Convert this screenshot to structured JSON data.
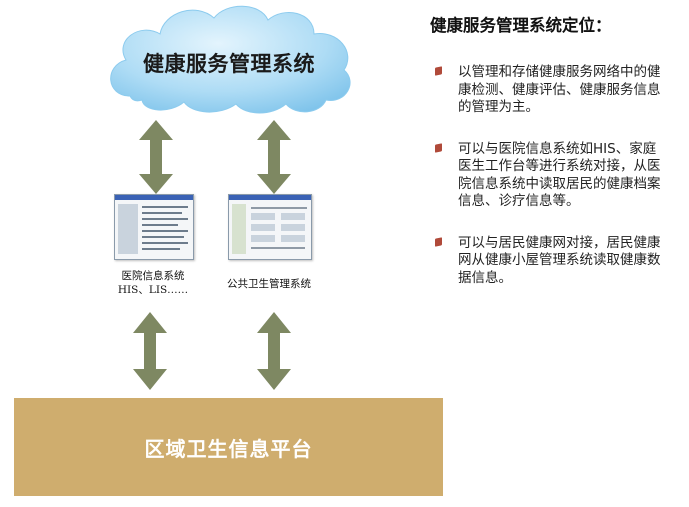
{
  "cloud": {
    "title": "健康服务管理系统"
  },
  "systems": {
    "hospital_line1": "医院信息系统",
    "hospital_line2": "HIS、LIS……",
    "public_health": "公共卫生管理系统"
  },
  "platform": {
    "label": "区域卫生信息平台"
  },
  "side": {
    "title": "健康服务管理系统定位：",
    "points": [
      "以管理和存储健康服务网络中的健康检测、健康评估、健康服务信息的管理为主。",
      "可以与医院信息系统如HIS、家庭医生工作台等进行系统对接，从医院信息系统中读取居民的健康档案信息、诊疗信息等。",
      "可以与居民健康网对接，居民健康网从健康小屋管理系统读取健康数据信息。"
    ]
  },
  "colors": {
    "cloud": "#9fd4f2",
    "arrow": "#7e8862",
    "platform": "#cfad6e",
    "bullet": "#b04a3a"
  }
}
